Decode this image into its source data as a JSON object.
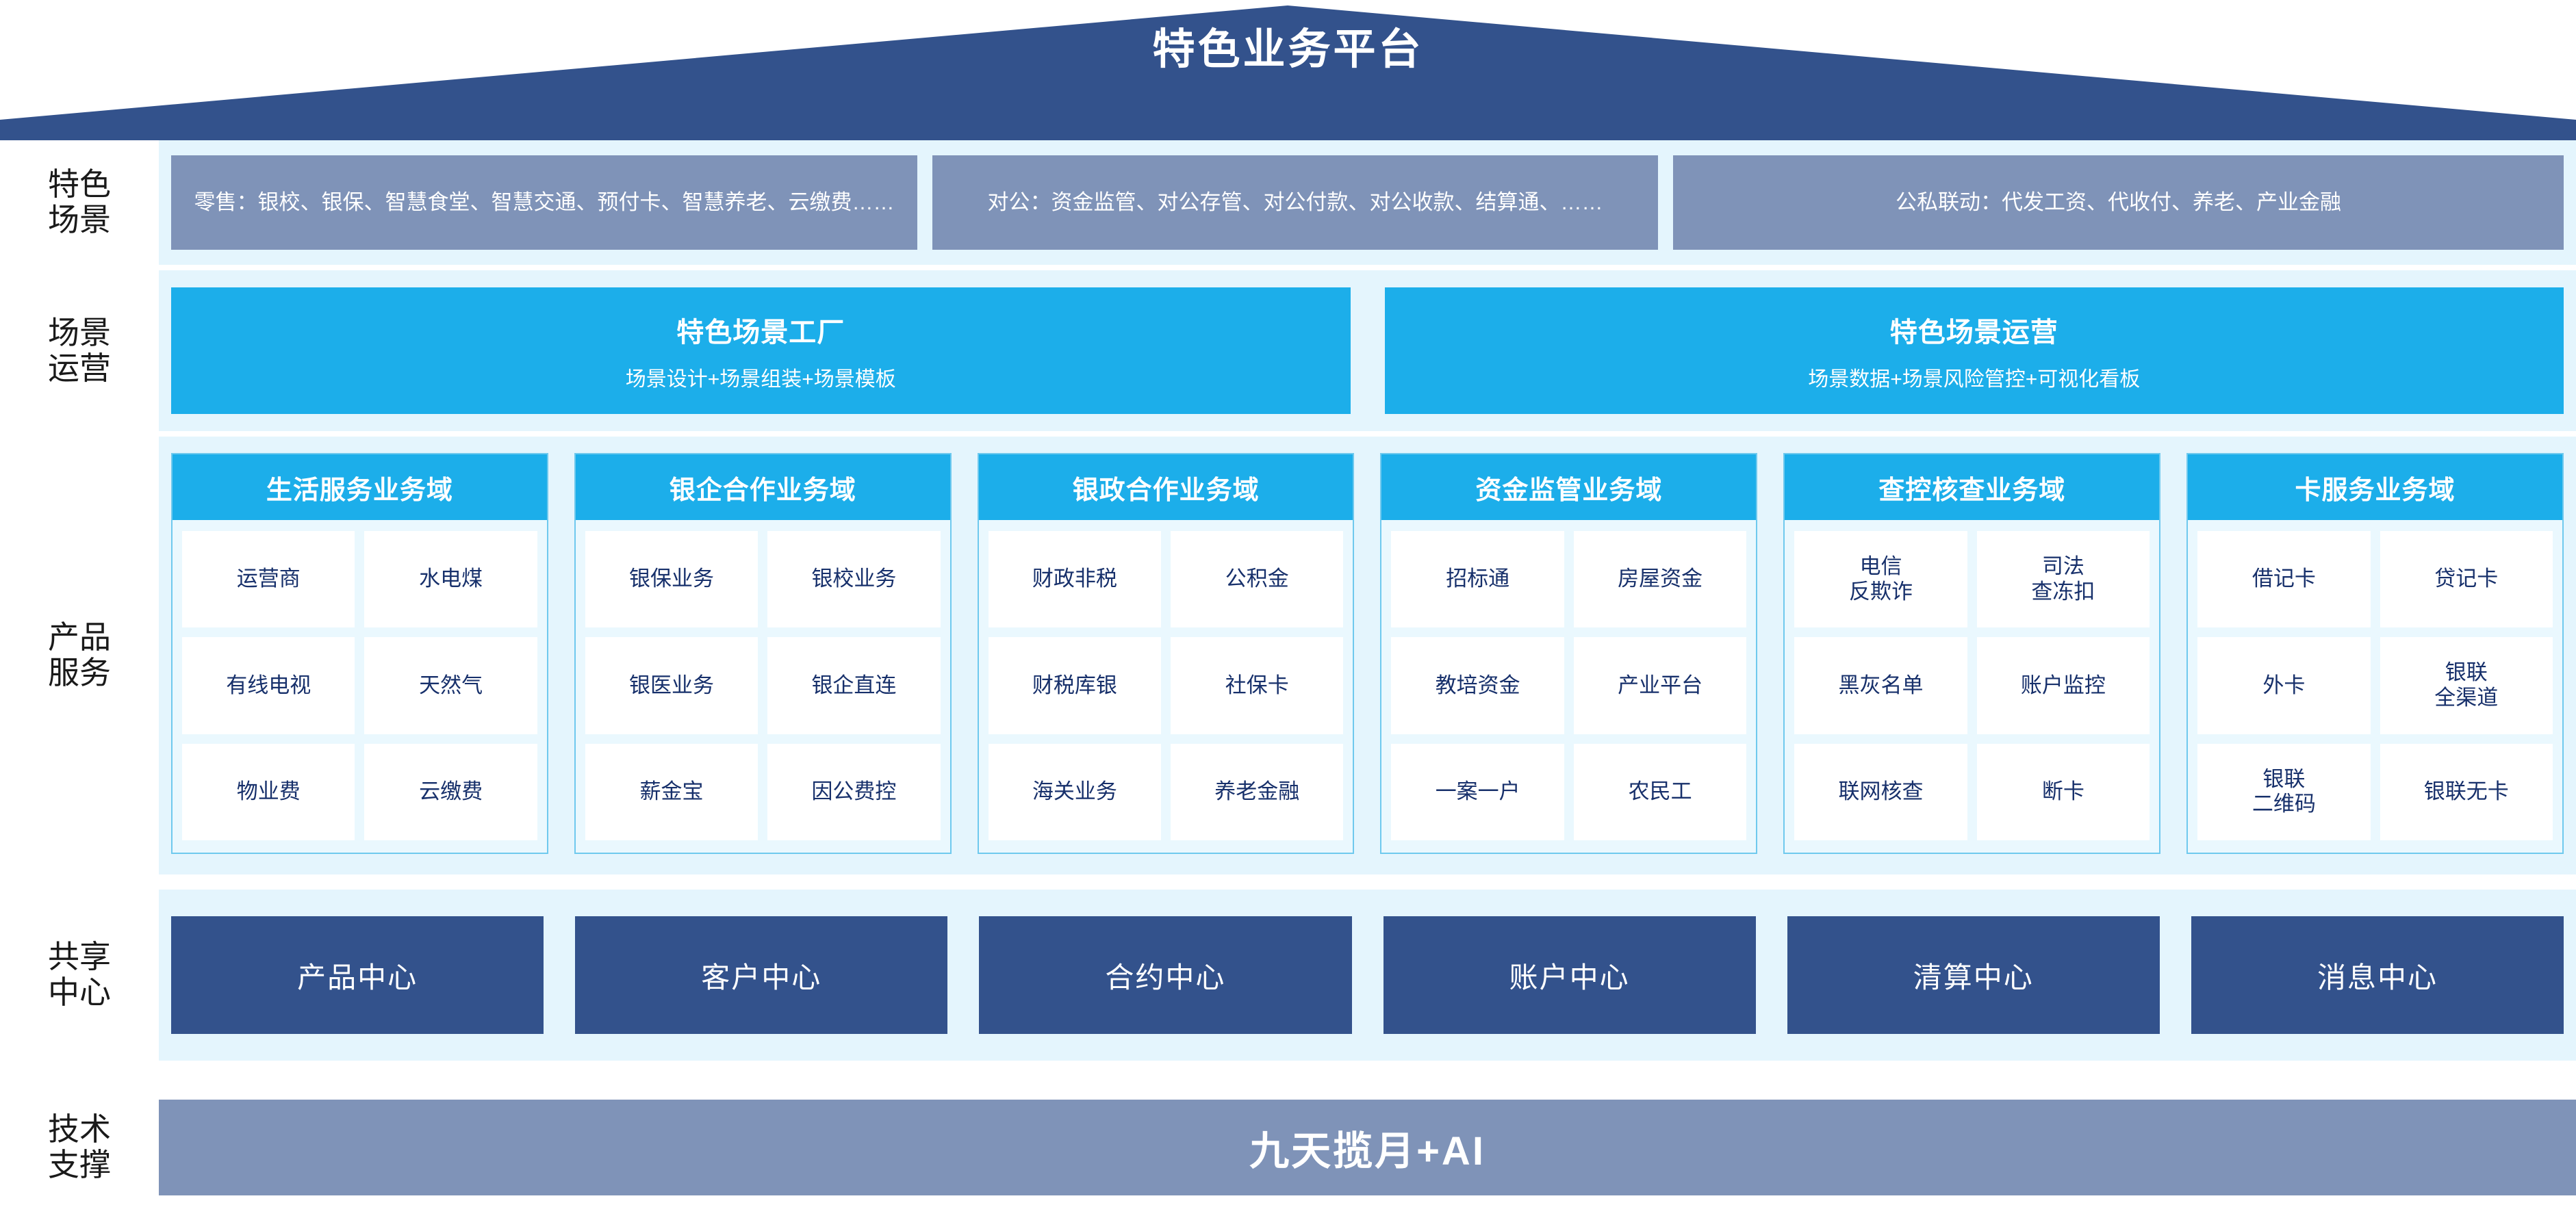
{
  "header": {
    "title": "特色业务平台",
    "roof_color": "#33528C"
  },
  "rows": {
    "scenes": {
      "label": "特色\n场景",
      "boxes": [
        {
          "text": "零售：银校、银保、智慧食堂、智慧交通、预付卡、智慧养老、云缴费……"
        },
        {
          "text": "对公：资金监管、对公存管、对公付款、对公收款、结算通、……"
        },
        {
          "text": "公私联动：代发工资、代收付、养老、产业金融"
        }
      ],
      "box_color": "#7F93B8"
    },
    "operations": {
      "label": "场景\n运营",
      "boxes": [
        {
          "title": "特色场景工厂",
          "sub": "场景设计+场景组装+场景模板"
        },
        {
          "title": "特色场景运营",
          "sub": "场景数据+场景风险管控+可视化看板"
        }
      ],
      "box_color": "#1CAEEA"
    },
    "products": {
      "label": "产品\n服务",
      "header_color": "#1CAEEA",
      "columns": [
        {
          "title": "生活服务业务域",
          "items": [
            "运营商",
            "水电煤",
            "有线电视",
            "天然气",
            "物业费",
            "云缴费"
          ]
        },
        {
          "title": "银企合作业务域",
          "items": [
            "银保业务",
            "银校业务",
            "银医业务",
            "银企直连",
            "薪金宝",
            "因公费控"
          ]
        },
        {
          "title": "银政合作业务域",
          "items": [
            "财政非税",
            "公积金",
            "财税库银",
            "社保卡",
            "海关业务",
            "养老金融"
          ]
        },
        {
          "title": "资金监管业务域",
          "items": [
            "招标通",
            "房屋资金",
            "教培资金",
            "产业平台",
            "一案一户",
            "农民工"
          ]
        },
        {
          "title": "查控核查业务域",
          "items": [
            "电信\n反欺诈",
            "司法\n查冻扣",
            "黑灰名单",
            "账户监控",
            "联网核查",
            "断卡"
          ]
        },
        {
          "title": "卡服务业务域",
          "items": [
            "借记卡",
            "贷记卡",
            "外卡",
            "银联\n全渠道",
            "银联\n二维码",
            "银联无卡"
          ]
        }
      ]
    },
    "shared": {
      "label": "共享\n中心",
      "box_color": "#33528C",
      "boxes": [
        {
          "text": "产品中心"
        },
        {
          "text": "客户中心"
        },
        {
          "text": "合约中心"
        },
        {
          "text": "账户中心"
        },
        {
          "text": "清算中心"
        },
        {
          "text": "消息中心"
        }
      ]
    },
    "tech": {
      "label": "技术\n支撑",
      "bar_text": "九天揽月+AI",
      "bar_color": "#7F93B8"
    }
  }
}
